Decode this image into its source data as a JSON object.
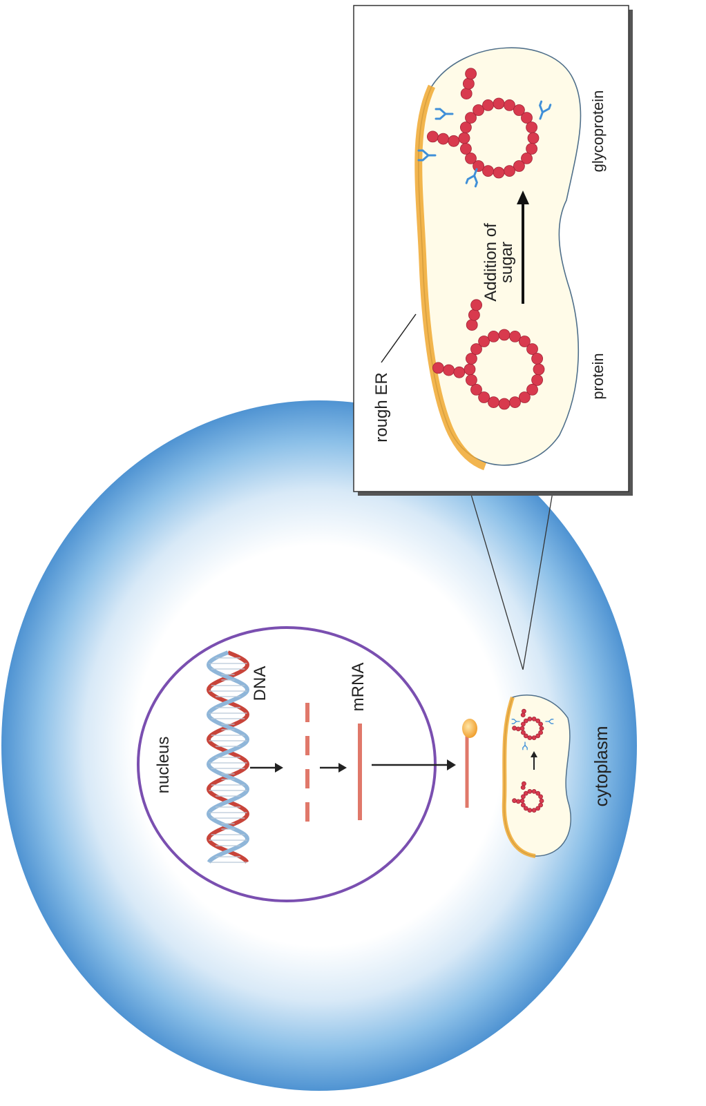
{
  "labels": {
    "nucleus": "nucleus",
    "dna": "DNA",
    "mrna": "mRNA",
    "cytoplasm": "cytoplasm",
    "rough_er": "rough ER",
    "addition_line1": "Addition of",
    "addition_line2": "sugar",
    "protein": "protein",
    "glycoprotein": "glycoprotein"
  },
  "colors": {
    "cell_blue": "#5a9fdb",
    "nuclear_envelope": "#7a4fb0",
    "dna_strand_red": "#c8443a",
    "dna_strand_blue": "#8fb6d9",
    "mrna_red": "#e0786a",
    "protein_bead": "#d83a4e",
    "sugar_blue": "#3f8fd8",
    "er_orange": "#f0a830",
    "er_fill": "#fffbe8"
  },
  "icons": {
    "ribosome": "ribosome-icon",
    "protein_chain": "protein-chain-icon",
    "sugar_branch": "sugar-branch-icon"
  }
}
